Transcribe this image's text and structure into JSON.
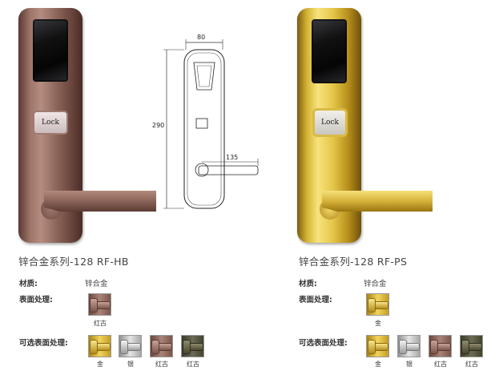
{
  "left_product": {
    "lock_label": "Lock",
    "title": "锌合金系列-128 RF-HB",
    "material_label": "材质:",
    "material_value": "锌合金",
    "finish_label": "表面处理:",
    "finish_caption": "红古",
    "options_label": "可选表面处理:",
    "options": [
      "金",
      "银",
      "红古",
      "红古"
    ]
  },
  "right_product": {
    "lock_label": "Lock",
    "title": "锌合金系列-128 RF-PS",
    "material_label": "材质:",
    "material_value": "锌合金",
    "finish_label": "表面处理:",
    "finish_caption": "金",
    "options_label": "可选表面处理:",
    "options": [
      "金",
      "银",
      "红古",
      "红古"
    ]
  },
  "drawing": {
    "width_dim": "80",
    "height_dim": "290",
    "lever_dim": "135"
  },
  "colors": {
    "red_bronze": "#8c6459",
    "gold": "#e6c84a",
    "silver": "#cfcfcf",
    "dark_bronze": "#5a5944"
  }
}
